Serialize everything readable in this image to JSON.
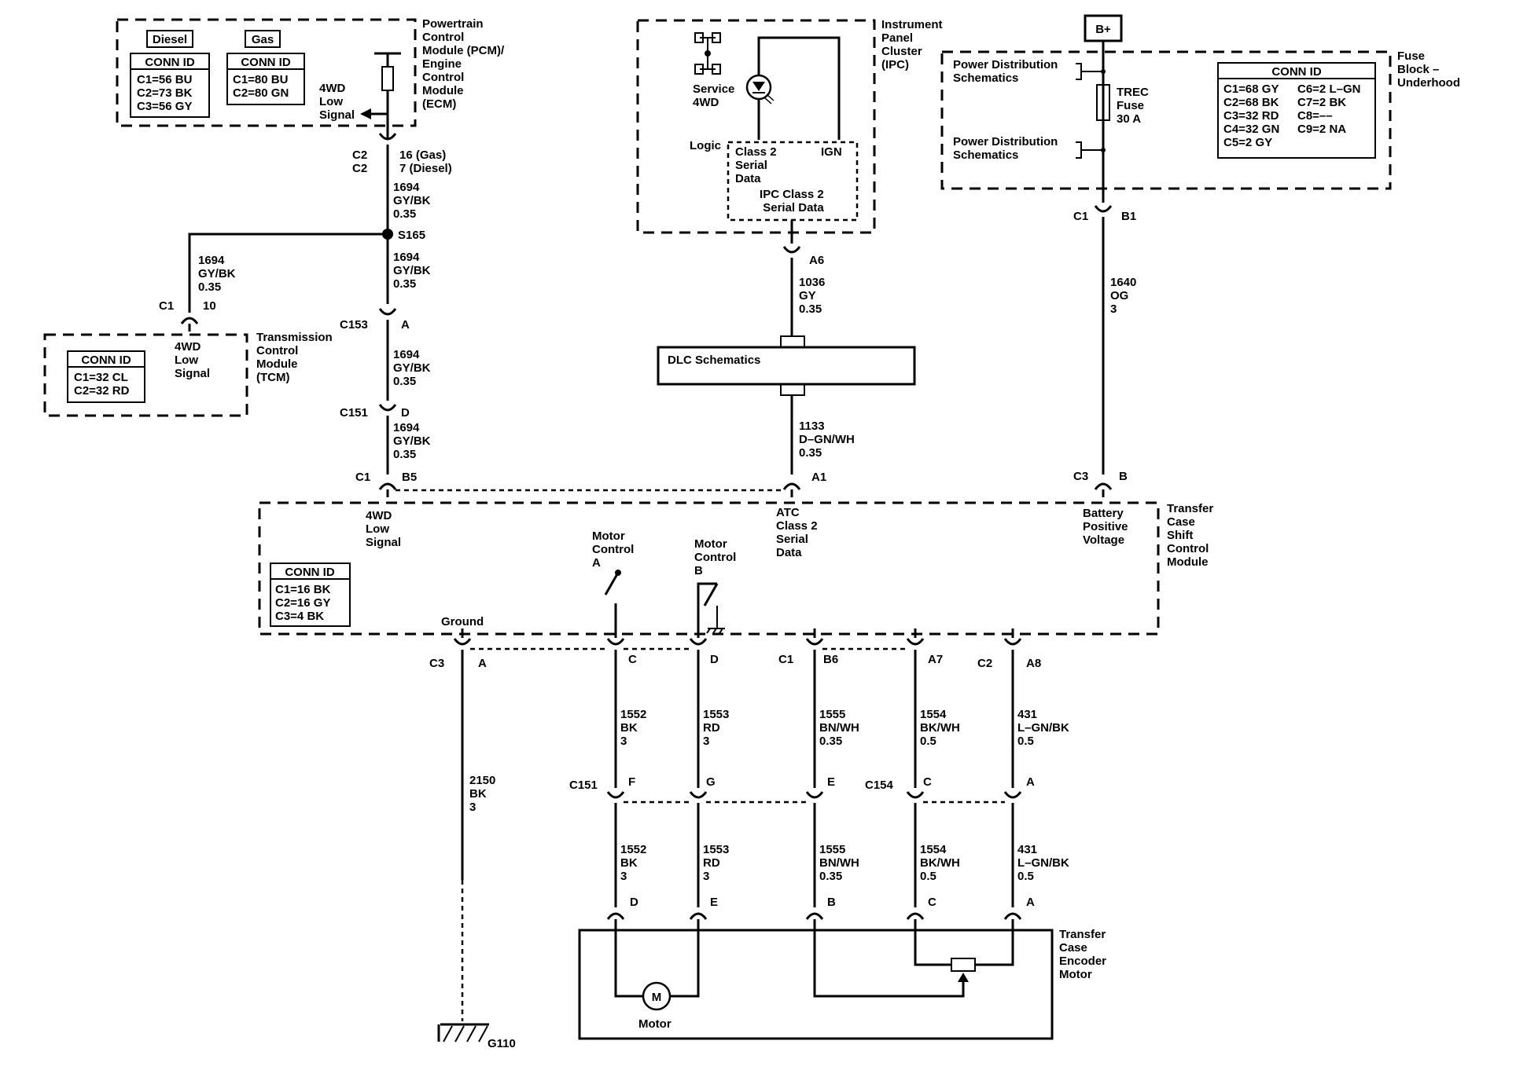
{
  "b_plus": "B+",
  "pcm": {
    "title_lines": [
      "Powertrain",
      "Control",
      "Module (PCM)/",
      "Engine",
      "Control",
      "Module",
      "(ECM)"
    ],
    "diesel_tag": "Diesel",
    "gas_tag": "Gas",
    "diesel_conn": {
      "header": "CONN ID",
      "lines": [
        "C1=56 BU",
        "C2=73 BK",
        "C3=56 GY"
      ]
    },
    "gas_conn": {
      "header": "CONN ID",
      "lines": [
        "C1=80 BU",
        "C2=80 GN"
      ]
    },
    "signal_lines": [
      "4WD",
      "Low",
      "Signal"
    ]
  },
  "ipc": {
    "title_lines": [
      "Instrument",
      "Panel",
      "Cluster",
      "(IPC)"
    ],
    "service_lines": [
      "Service",
      "4WD"
    ],
    "logic": "Logic",
    "class2_lines": [
      "Class 2",
      "Serial",
      "Data"
    ],
    "ign": "IGN",
    "serial_lines": [
      "IPC Class 2",
      "Serial Data"
    ]
  },
  "fuse_block": {
    "title_lines": [
      "Fuse",
      "Block –",
      "Underhood"
    ],
    "pd1_lines": [
      "Power Distribution",
      "Schematics"
    ],
    "pd2_lines": [
      "Power Distribution",
      "Schematics"
    ],
    "fuse_lines": [
      "TREC",
      "Fuse",
      "30 A"
    ],
    "conn": {
      "header": "CONN ID",
      "left": [
        "C1=68 GY",
        "C2=68 BK",
        "C3=32 RD",
        "C4=32 GN",
        "C5=2 GY"
      ],
      "right": [
        "C6=2 L–GN",
        "C7=2 BK",
        "C8=––",
        "C9=2 NA"
      ]
    }
  },
  "tcm": {
    "title_lines": [
      "Transmission",
      "Control",
      "Module",
      "(TCM)"
    ],
    "conn": {
      "header": "CONN ID",
      "lines": [
        "C1=32 CL",
        "C2=32 RD"
      ]
    },
    "signal_lines": [
      "4WD",
      "Low",
      "Signal"
    ],
    "conn_c1": "C1",
    "pin_10": "10"
  },
  "pcm_wire": {
    "c2a": "C2",
    "c2b": "C2",
    "pin_lines": [
      "16 (Gas)",
      "7 (Diesel)"
    ],
    "w1": [
      "1694",
      "GY/BK",
      "0.35"
    ],
    "splice": "S165",
    "branch": [
      "1694",
      "GY/BK",
      "0.35"
    ],
    "w2": [
      "1694",
      "GY/BK",
      "0.35"
    ],
    "c153": "C153",
    "c153_pin": "A",
    "w3": [
      "1694",
      "GY/BK",
      "0.35"
    ],
    "c151": "C151",
    "c151_pin": "D",
    "w4": [
      "1694",
      "GY/BK",
      "0.35"
    ],
    "tccm_c1": "C1",
    "tccm_b5": "B5"
  },
  "dlc": {
    "label": "DLC Schematics",
    "a6": "A6",
    "w_top": [
      "1036",
      "GY",
      "0.35"
    ],
    "w_bot": [
      "1133",
      "D–GN/WH",
      "0.35"
    ],
    "a1": "A1"
  },
  "fuse_wire": {
    "c1": "C1",
    "b1": "B1",
    "w": [
      "1640",
      "OG",
      "3"
    ],
    "c3": "C3",
    "b": "B"
  },
  "tccm": {
    "title_lines": [
      "Transfer",
      "Case",
      "Shift",
      "Control",
      "Module"
    ],
    "lowsig_lines": [
      "4WD",
      "Low",
      "Signal"
    ],
    "atc_lines": [
      "ATC",
      "Class 2",
      "Serial",
      "Data"
    ],
    "batt_lines": [
      "Battery",
      "Positive",
      "Voltage"
    ],
    "conn": {
      "header": "CONN ID",
      "lines": [
        "C1=16 BK",
        "C2=16 GY",
        "C3=4 BK"
      ]
    },
    "motor_a_lines": [
      "Motor",
      "Control",
      "A"
    ],
    "motor_b_lines": [
      "Motor",
      "Control",
      "B"
    ],
    "ground": "Ground"
  },
  "bottom": {
    "c3": "C3",
    "pin_a": "A",
    "ground_wire": [
      "2150",
      "BK",
      "3"
    ],
    "pin_c": "C",
    "pin_d": "D",
    "c1": "C1",
    "pin_b6": "B6",
    "pin_a7": "A7",
    "c2": "C2",
    "pin_a8": "A8",
    "top_wires": [
      [
        "1552",
        "BK",
        "3"
      ],
      [
        "1553",
        "RD",
        "3"
      ],
      [
        "1555",
        "BN/WH",
        "0.35"
      ],
      [
        "1554",
        "BK/WH",
        "0.5"
      ],
      [
        "431",
        "L–GN/BK",
        "0.5"
      ]
    ],
    "c151": "C151",
    "c151_pins": [
      "F",
      "G",
      "E"
    ],
    "c154": "C154",
    "c154_pins": [
      "C",
      "A"
    ],
    "bot_wires": [
      [
        "1552",
        "BK",
        "3"
      ],
      [
        "1553",
        "RD",
        "3"
      ],
      [
        "1555",
        "BN/WH",
        "0.35"
      ],
      [
        "1554",
        "BK/WH",
        "0.5"
      ],
      [
        "431",
        "L–GN/BK",
        "0.5"
      ]
    ],
    "enc_pins": [
      "D",
      "E",
      "B",
      "C",
      "A"
    ],
    "enc_title_lines": [
      "Transfer",
      "Case",
      "Encoder",
      "Motor"
    ],
    "motor_symbol": "M",
    "motor_label": "Motor",
    "g110": "G110"
  }
}
